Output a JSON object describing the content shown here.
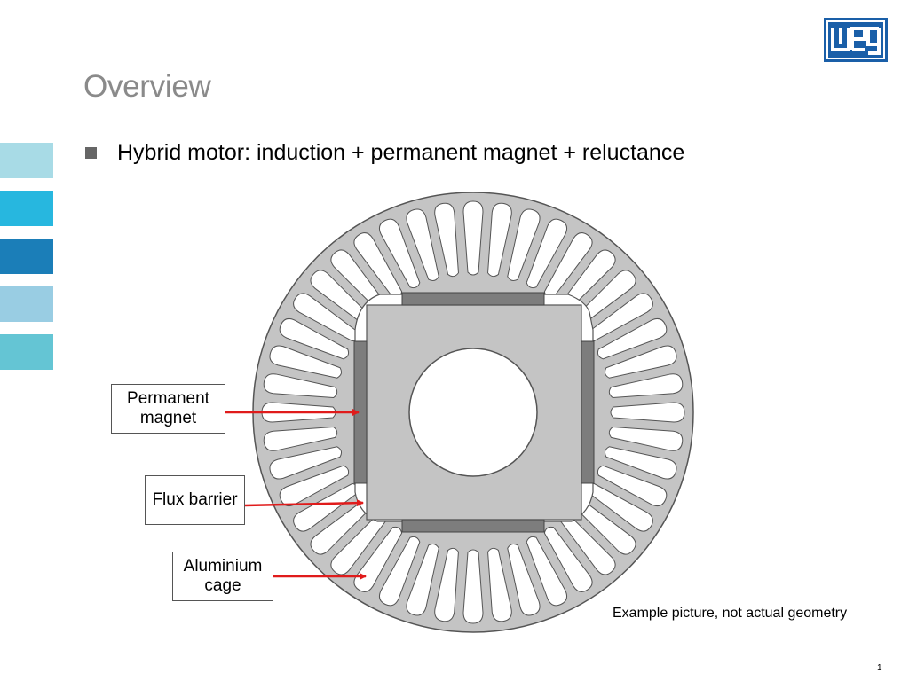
{
  "slide": {
    "title": "Overview",
    "logo_text": "weg",
    "bullet": "Hybrid motor: induction + permanent magnet + reluctance",
    "caption": "Example picture, not actual geometry",
    "page_number": "1"
  },
  "labels": {
    "permanent_magnet": "Permanent magnet",
    "flux_barrier": "Flux barrier",
    "aluminium_cage": "Aluminium cage"
  },
  "colors": {
    "title": "#8a8a8a",
    "logo": "#1a5fa8",
    "sidebar": [
      "#a8dbe6",
      "#27b7df",
      "#1b7eb8",
      "#99cde3",
      "#64c5d4"
    ],
    "rotor_fill": "#c4c4c4",
    "magnet_fill": "#7d7d7d",
    "arrow": "#e01b1b"
  },
  "icons": {
    "bullet": "square-bullet-icon"
  }
}
